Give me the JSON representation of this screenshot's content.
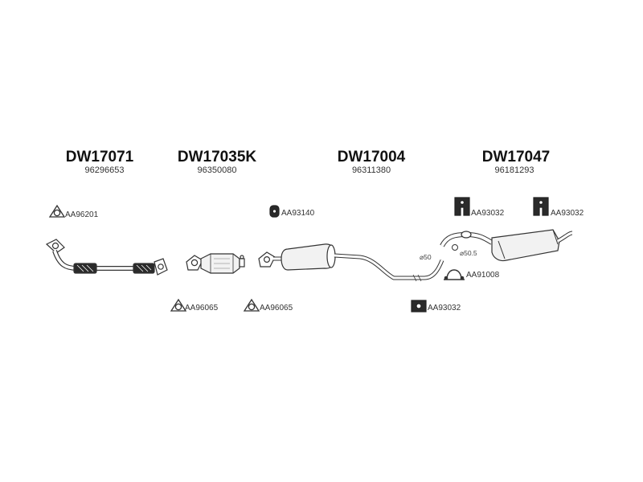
{
  "parts": [
    {
      "code": "DW17071",
      "oem": "96296653"
    },
    {
      "code": "DW17035K",
      "oem": "96350080"
    },
    {
      "code": "DW17004",
      "oem": "96311380"
    },
    {
      "code": "DW17047",
      "oem": "96181293"
    }
  ],
  "accessories": {
    "gasket_front_pipe": "AA96201",
    "gasket_cat_in": "AA96065",
    "gasket_cat_out": "AA96065",
    "rubber_mount_mid": "AA93140",
    "rubber_mount_rear_1": "AA93032",
    "rubber_mount_rear_2": "AA93032",
    "rubber_mount_lower": "AA93032",
    "clamp": "AA91008"
  },
  "diameters": {
    "mid_outlet": "⌀50",
    "rear_inlet": "⌀50.5"
  },
  "colors": {
    "line": "#333333",
    "flex_dark": "#2a2a2a",
    "body_fill": "#f2f2f2"
  }
}
